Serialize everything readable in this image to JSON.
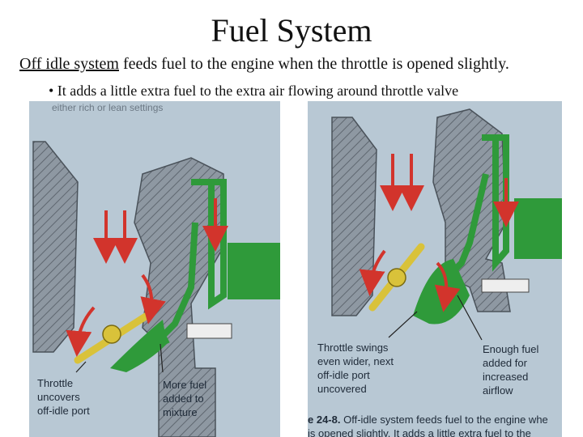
{
  "slide": {
    "title": "Fuel System",
    "term": "Off idle system",
    "definition": " feeds fuel to the engine when the throttle is opened slightly.",
    "bullet": "• It adds a little extra fuel to the extra air flowing around throttle valve"
  },
  "left_photo": {
    "top_text": "either rich or lean settings",
    "label_throttle": "Throttle\nuncovers\noff-idle port",
    "label_fuel": "More fuel\nadded to\nmixture"
  },
  "right_photo": {
    "label_throttle": "Throttle swings\neven wider, next\noff-idle port\nuncovered",
    "label_fuel": "Enough fuel\nadded for\nincreased\nairflow",
    "caption_fig": "e 24-8.",
    "caption_line1": " Off-idle system feeds fuel to the engine whe",
    "caption_line2": "is opened slightly. It adds a little extra fuel to the"
  },
  "colors": {
    "photo_bg": "#b8c8d4",
    "metal": "#8e98a2",
    "fuel": "#2f9a3a",
    "arrow": "#d2342c",
    "valve": "#d9c23a"
  }
}
